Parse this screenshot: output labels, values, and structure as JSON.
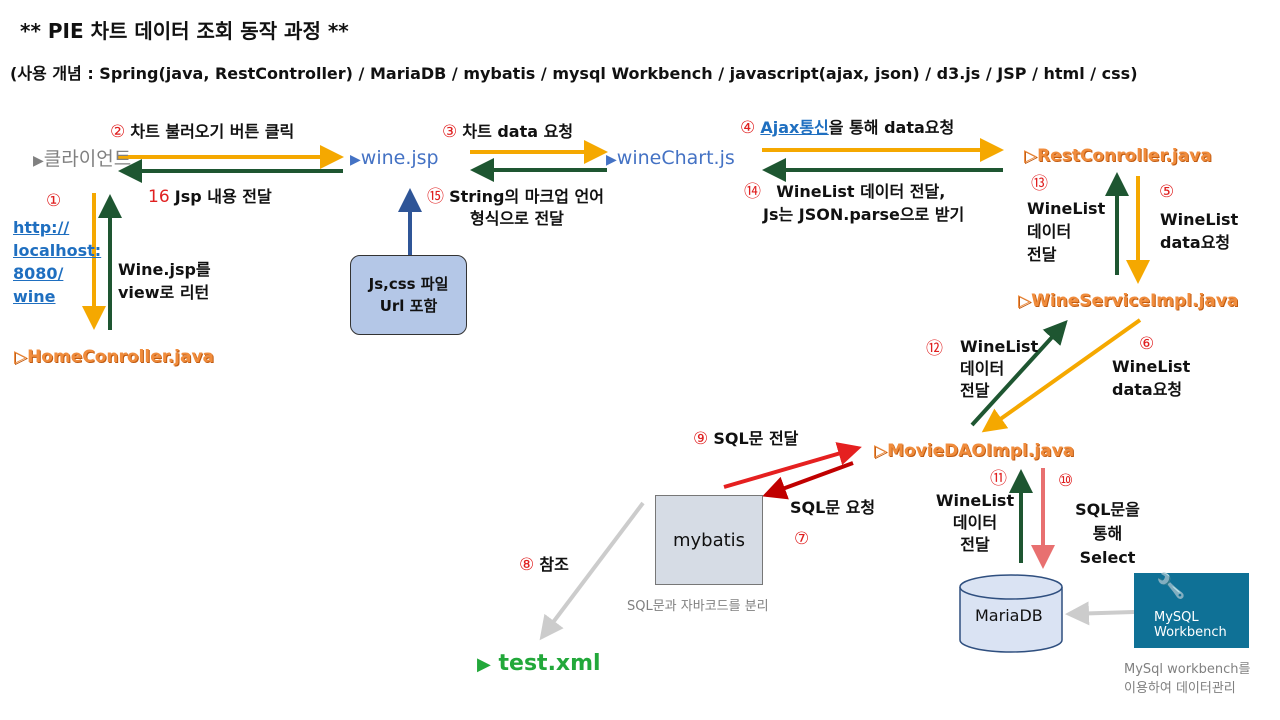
{
  "title": "** PIE 차트 데이터 조회 동작 과정 **",
  "subtitle": "(사용 개념 : Spring(java, RestController) / MariaDB / mybatis / mysql Workbench / javascript(ajax, json) / d3.js / JSP / html / css)",
  "nodes": {
    "client": "클라이언트",
    "wine_jsp": "wine.jsp",
    "wine_chart_js": "wineChart.js",
    "rest_controller": "RestConroller.java",
    "home_controller": "HomeConroller.java",
    "wine_service": "WineServiceImpl.java",
    "movie_dao": "MovieDAOImpl.java",
    "mybatis": "mybatis",
    "mariadb": "MariaDB",
    "test_xml": "test.xml",
    "jscss_box": [
      "Js,css 파일",
      "Url 포함"
    ],
    "workbench_logo": [
      "MySQL",
      "Workbench"
    ]
  },
  "steps": {
    "s1": {
      "num": "①",
      "link": [
        "http://",
        "localhost:",
        "8080/",
        "wine"
      ]
    },
    "s2": {
      "num": "②",
      "text": "차트 불러오기 버튼 클릭"
    },
    "s3": {
      "num": "③",
      "text": "차트 data 요청"
    },
    "s4": {
      "num": "④",
      "link": "Ajax통신",
      "text": "을 통해 data요청"
    },
    "s5": {
      "num": "⑤",
      "lines": [
        "WineList",
        "data요청"
      ]
    },
    "s6": {
      "num": "⑥",
      "lines": [
        "WineList",
        "data요청"
      ]
    },
    "s7": {
      "num": "⑦",
      "text": "SQL문 요청"
    },
    "s8": {
      "num": "⑧",
      "text": "참조"
    },
    "s9": {
      "num": "⑨",
      "text": "SQL문 전달"
    },
    "s10": {
      "num": "⑩",
      "lines": [
        "SQL문을",
        "통해 Select"
      ]
    },
    "s11": {
      "num": "⑪",
      "lines": [
        "WineList",
        "데이터",
        "전달"
      ]
    },
    "s12": {
      "num": "⑫",
      "lines": [
        "WineList",
        "데이터",
        "전달"
      ]
    },
    "s13": {
      "num": "⑬",
      "lines": [
        "WineList",
        "데이터",
        "전달"
      ]
    },
    "s14": {
      "num": "⑭",
      "lines": [
        "WineList 데이터 전달,",
        "Js는 JSON.parse으로 받기"
      ]
    },
    "s15": {
      "num": "⑮",
      "lines": [
        "String의 마크업 언어",
        "형식으로 전달"
      ]
    },
    "s16": {
      "num": "16",
      "text": "Jsp 내용 전달"
    },
    "return": {
      "lines": [
        "Wine.jsp를",
        "view로 리턴"
      ]
    }
  },
  "notes": {
    "mybatis_note": "SQL문과 자바코드를 분리",
    "workbench_note": [
      "MySql workbench를",
      "이용하여 데이터관리"
    ]
  },
  "colors": {
    "request": "#f5a800",
    "response": "#1e5631",
    "sql_send": "#e52020",
    "sql_req": "#c00000",
    "select": "#e87070",
    "ref": "#cccccc",
    "blue": "#4472c4",
    "node_orange": "#f08c3c"
  }
}
